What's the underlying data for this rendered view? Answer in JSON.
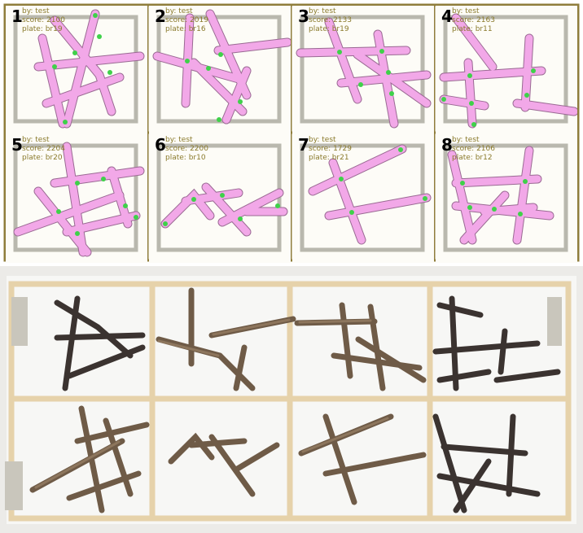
{
  "colors": {
    "grid_frame": "#8f7d3b",
    "plate_border": "#b9b8ae",
    "panel_bg": "#fdfcf7",
    "stick_fill": "#f2a8e8",
    "stick_outline": "#9a6a93",
    "point": "#3fd14a",
    "meta_text": "#8a7a2c",
    "wood_dark": "#3b3330",
    "wood_light": "#7a6650",
    "tray_wood": "#e6d2aa"
  },
  "panels": [
    {
      "number": "1",
      "by": "by: test",
      "score": "score: 2100",
      "plate": "plate: br19"
    },
    {
      "number": "2",
      "by": "by: test",
      "score": "score: 2019",
      "plate": "plate: br16"
    },
    {
      "number": "3",
      "by": "by: test",
      "score": "score: 2133",
      "plate": "plate: br19"
    },
    {
      "number": "4",
      "by": "by: test",
      "score": "score: 2163",
      "plate": "plate: br11"
    },
    {
      "number": "5",
      "by": "by: test",
      "score": "score: 2204",
      "plate": "plate: br20"
    },
    {
      "number": "6",
      "by": "by: test",
      "score": "score: 2200",
      "plate": "plate: br10"
    },
    {
      "number": "7",
      "by": "by: test",
      "score": "score: 1729",
      "plate": "plate: br21"
    },
    {
      "number": "8",
      "by": "by: test",
      "score": "score: 2106",
      "plate": "plate: br12"
    }
  ]
}
